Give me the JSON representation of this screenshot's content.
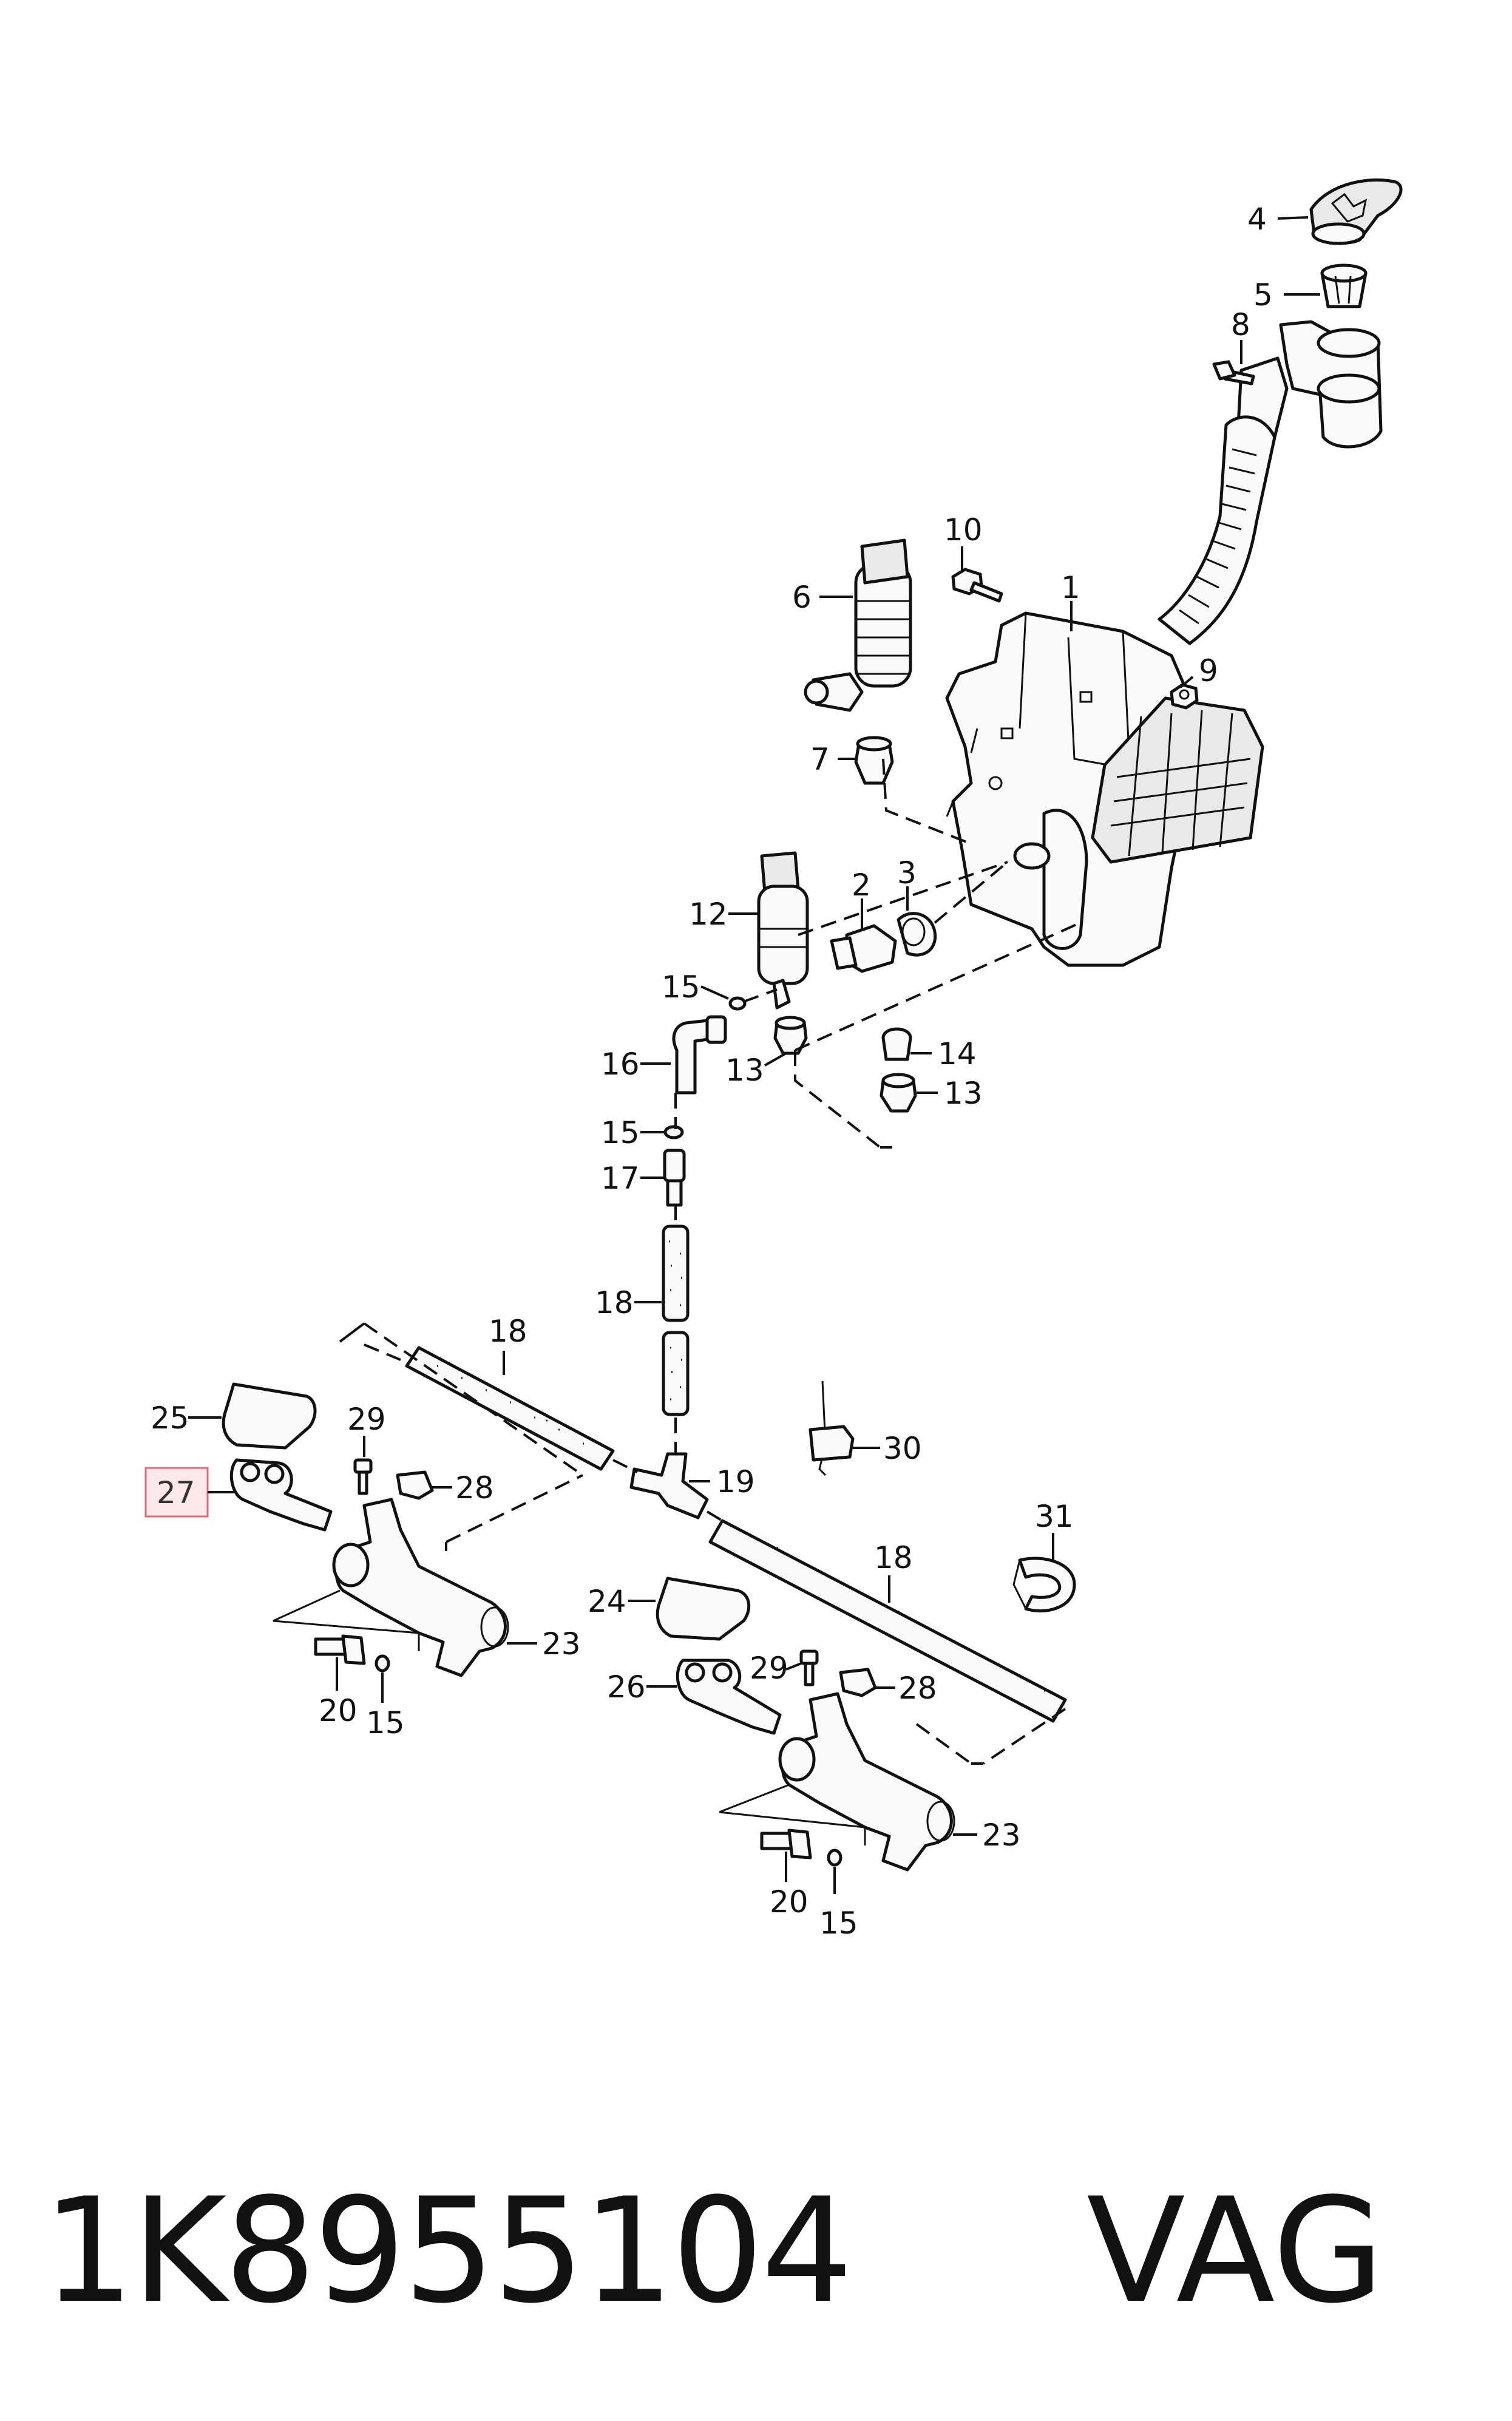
{
  "callouts": {
    "c1": "1",
    "c2": "2",
    "c3": "3",
    "c4": "4",
    "c5": "5",
    "c6": "6",
    "c7": "7",
    "c8": "8",
    "c9": "9",
    "c10": "10",
    "c12": "12",
    "c13a": "13",
    "c13b": "13",
    "c14": "14",
    "c15a": "15",
    "c15b": "15",
    "c15c": "15",
    "c15d": "15",
    "c16": "16",
    "c17": "17",
    "c18a": "18",
    "c18b": "18",
    "c18c": "18",
    "c19": "19",
    "c20a": "20",
    "c20b": "20",
    "c23a": "23",
    "c23b": "23",
    "c24": "24",
    "c25": "25",
    "c26": "26",
    "c27": "27",
    "c28a": "28",
    "c28b": "28",
    "c29a": "29",
    "c29b": "29",
    "c30": "30",
    "c31": "31"
  },
  "highlight": {
    "callout": "27",
    "fill": "#fde8ea",
    "stroke": "#e06a78"
  },
  "footer": {
    "part_number": "1K8955104",
    "brand": "VAG"
  }
}
